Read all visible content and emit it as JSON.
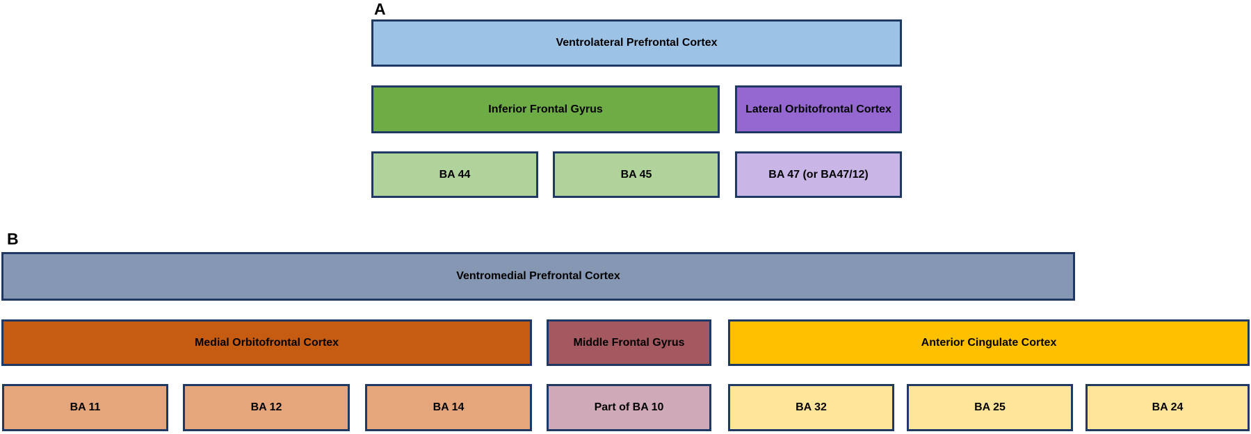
{
  "colors": {
    "background": "#FFFFFF",
    "box_border": "#1F3864",
    "text": "#000000"
  },
  "panel_a": {
    "label": "A",
    "level1": {
      "text": "Ventrolateral Prefrontal Cortex",
      "fill": "#9CC3E6"
    },
    "level2": [
      {
        "text": "Inferior Frontal Gyrus",
        "fill": "#6EAC46"
      },
      {
        "text": "Lateral Orbitofrontal Cortex",
        "fill": "#9468D0"
      }
    ],
    "level3": [
      {
        "text": "BA 44",
        "fill": "#AFD39B"
      },
      {
        "text": "BA 45",
        "fill": "#AFD39B"
      },
      {
        "text": "BA 47 (or BA47/12)",
        "fill": "#C9B6E6"
      }
    ]
  },
  "panel_b": {
    "label": "B",
    "level1": {
      "text": "Ventromedial Prefrontal Cortex",
      "fill": "#8597B2"
    },
    "level2": [
      {
        "text": "Medial Orbitofrontal Cortex",
        "fill": "#C65B12"
      },
      {
        "text": "Middle Frontal Gyrus",
        "fill": "#A4585F"
      },
      {
        "text": "Anterior Cingulate Cortex",
        "fill": "#FFC000"
      }
    ],
    "level3": [
      {
        "text": "BA 11",
        "fill": "#E5A67C"
      },
      {
        "text": "BA 12",
        "fill": "#E5A67C"
      },
      {
        "text": "BA 14",
        "fill": "#E5A67C"
      },
      {
        "text": "Part of BA 10",
        "fill": "#D0A9B8"
      },
      {
        "text": "BA 32",
        "fill": "#FFE599"
      },
      {
        "text": "BA 25",
        "fill": "#FFE599"
      },
      {
        "text": "BA 24",
        "fill": "#FFE599"
      }
    ]
  }
}
